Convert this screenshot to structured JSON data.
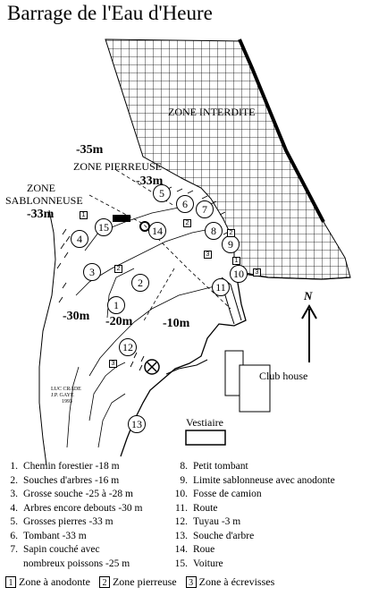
{
  "title": "Barrage de l'Eau d'Heure",
  "map": {
    "zone_interdite": "ZONE INTERDITE",
    "zone_pierreuse": "ZONE PIERREUSE",
    "zone_sablonneuse_1": "ZONE",
    "zone_sablonneuse_2": "SABLONNEUSE",
    "depths": {
      "d35": "-35m",
      "d33a": "-33m",
      "d33b": "-33m",
      "d30": "-30m",
      "d20": "-20m",
      "d10": "-10m"
    },
    "club_house": "Club house",
    "vestiaire": "Vestiaire",
    "north": "N",
    "signature_1": "LUC CRADE",
    "signature_2": "J.P. GAYE",
    "signature_3": "1993",
    "numbers": [
      "1",
      "2",
      "3",
      "4",
      "5",
      "6",
      "7",
      "8",
      "9",
      "10",
      "11",
      "12",
      "13",
      "14",
      "15"
    ],
    "squares": [
      "1",
      "2",
      "2",
      "2",
      "3",
      "3",
      "3",
      "1"
    ]
  },
  "legend_left": [
    {
      "n": "1.",
      "text": "Chemin forestier -18 m"
    },
    {
      "n": "2.",
      "text": "Souches d'arbres -16 m"
    },
    {
      "n": "3.",
      "text": "Grosse souche -25 à -28 m"
    },
    {
      "n": "4.",
      "text": "Arbres encore debouts -30 m"
    },
    {
      "n": "5.",
      "text": "Grosses pierres -33 m"
    },
    {
      "n": "6.",
      "text": "Tombant -33 m"
    },
    {
      "n": "7.",
      "text": "Sapin couché avec"
    },
    {
      "n": "",
      "text": "nombreux poissons -25 m"
    }
  ],
  "legend_right": [
    {
      "n": "8.",
      "text": "Petit tombant"
    },
    {
      "n": "9.",
      "text": "Limite sablonneuse avec anodonte"
    },
    {
      "n": "10.",
      "text": "Fosse de camion"
    },
    {
      "n": "11.",
      "text": "Route"
    },
    {
      "n": "12.",
      "text": "Tuyau -3 m"
    },
    {
      "n": "13.",
      "text": "Souche d'arbre"
    },
    {
      "n": "14.",
      "text": "Roue"
    },
    {
      "n": "15.",
      "text": "Voiture"
    }
  ],
  "key": [
    {
      "num": "1",
      "label": "Zone à anodonte"
    },
    {
      "num": "2",
      "label": "Zone pierreuse"
    },
    {
      "num": "3",
      "label": "Zone à écrevisses"
    }
  ]
}
